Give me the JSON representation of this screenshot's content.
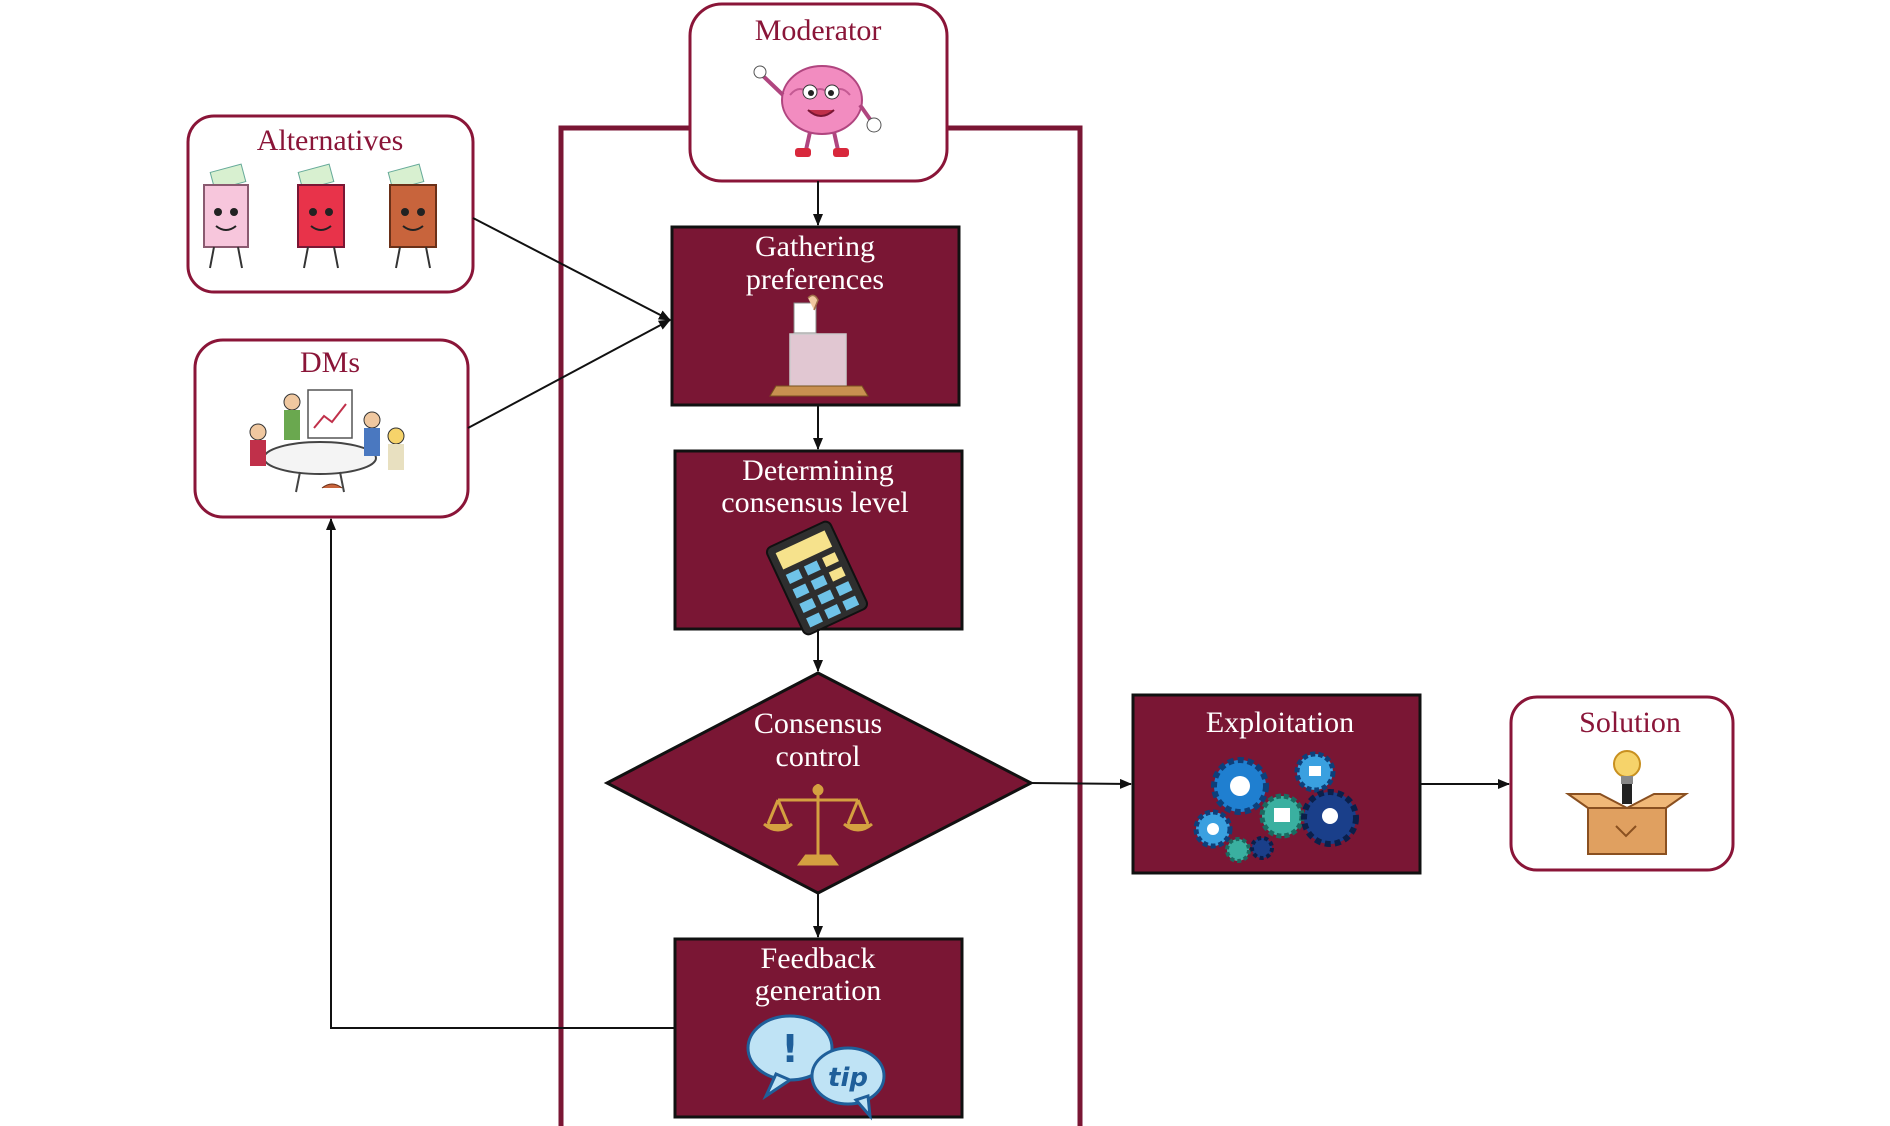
{
  "colors": {
    "accent": "#7a1634",
    "accent_border": "#8a1538",
    "box_stroke": "#111111",
    "text_on_dark": "#ffffff",
    "text_on_light": "#8a1538"
  },
  "nodes": {
    "moderator": {
      "label": "Moderator",
      "icon": "brain-mascot-icon"
    },
    "alternatives": {
      "label": "Alternatives",
      "icon": "ballot-boxes-icon"
    },
    "dms": {
      "label": "DMs",
      "icon": "meeting-people-icon"
    },
    "gathering": {
      "line1": "Gathering",
      "line2": "preferences",
      "icon": "ballot-box-icon"
    },
    "determining": {
      "line1": "Determining",
      "line2": "consensus level",
      "icon": "calculator-icon"
    },
    "control": {
      "line1": "Consensus",
      "line2": "control",
      "icon": "balance-scale-icon"
    },
    "feedback": {
      "line1": "Feedback",
      "line2": "generation",
      "icon": "tip-bubble-icon"
    },
    "exploitation": {
      "label": "Exploitation",
      "icon": "gears-icon"
    },
    "solution": {
      "label": "Solution",
      "icon": "lightbulb-box-icon"
    }
  }
}
